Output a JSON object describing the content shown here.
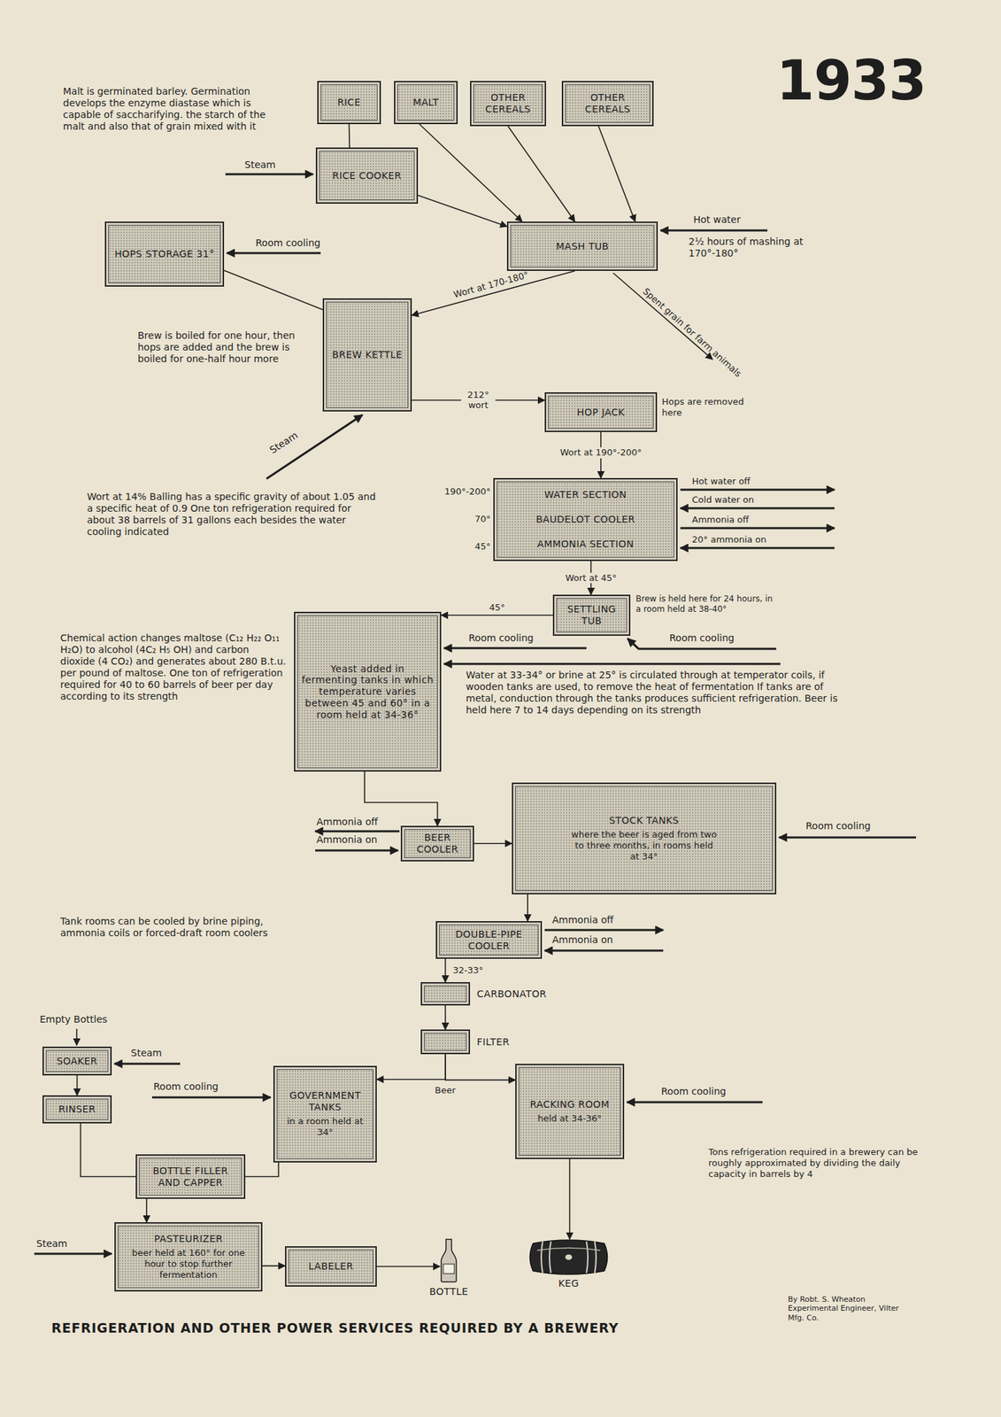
{
  "diagram": {
    "title": "REFRIGERATION AND OTHER POWER SERVICES REQUIRED BY A BREWERY",
    "nodes": [
      {
        "text": [
          "RICE"
        ]
      },
      {
        "text": [
          "MALT"
        ]
      },
      {
        "text": [
          "OTHER CEREALS"
        ]
      },
      {
        "text": [
          "OTHER CEREALS"
        ]
      },
      {
        "text": [
          "RICE COOKER"
        ]
      },
      {
        "text": [
          "HOPS STORAGE 31°"
        ]
      },
      {
        "text": [
          "MASH TUB"
        ]
      },
      {
        "text": [
          "BREW KETTLE"
        ]
      },
      {
        "text": [
          "HOP JACK"
        ]
      },
      {
        "text": [
          "WATER SECTION",
          "BAUDELOT COOLER",
          "AMMONIA SECTION"
        ]
      },
      {
        "text": [
          "SETTLING TUB"
        ]
      },
      {
        "text": [
          "Yeast added in fermenting tanks in which temperature varies between 45 and 60° in a room held at 34-36°"
        ]
      },
      {
        "text": [
          "BEER COOLER"
        ]
      },
      {
        "text": [
          "STOCK TANKS",
          "where the beer is aged from two to three months, in rooms held at 34°"
        ]
      },
      {
        "text": [
          "DOUBLE-PIPE COOLER"
        ]
      },
      {
        "text": [
          "CARBONATOR"
        ]
      },
      {
        "text": [
          "FILTER"
        ]
      },
      {
        "text": [
          "SOAKER"
        ]
      },
      {
        "text": [
          "RINSER"
        ]
      },
      {
        "text": [
          "GOVERNMENT TANKS",
          "in a room held at 34°"
        ]
      },
      {
        "text": [
          "RACKING ROOM",
          "held at 34-36°"
        ]
      },
      {
        "text": [
          "BOTTLE FILLER AND CAPPER"
        ]
      },
      {
        "text": [
          "PASTEURIZER",
          "beer held at 160° for one hour to stop further fermentation"
        ]
      },
      {
        "text": [
          "LABELER"
        ]
      },
      {
        "text": [
          "BOTTLE"
        ]
      },
      {
        "text": [
          "KEG"
        ]
      }
    ],
    "edges": [
      {
        "from": 0,
        "to": 4,
        "arrow": "none"
      },
      {
        "from": 4,
        "to": 6,
        "arrow": "to"
      },
      {
        "from": 1,
        "to": 6,
        "arrow": "to"
      },
      {
        "from": 2,
        "to": 6,
        "arrow": "to"
      },
      {
        "from": 3,
        "to": 6,
        "arrow": "to"
      },
      {
        "from": 5,
        "to": 7,
        "arrow": "none"
      },
      {
        "from": 6,
        "to": 7,
        "label": "Wort at 170-180°",
        "arrow": "to"
      },
      {
        "from": 7,
        "to": 8,
        "label": "212° wort",
        "arrow": "to"
      },
      {
        "from": 8,
        "to": 9,
        "label": "Wort at 190°-200°",
        "arrow": "to"
      },
      {
        "from": 9,
        "to": 10,
        "label": "Wort at 45°",
        "arrow": "to"
      },
      {
        "from": 10,
        "to": 11,
        "label": "45°",
        "arrow": "to"
      },
      {
        "from": 11,
        "to": 12,
        "arrow": "to"
      },
      {
        "from": 12,
        "to": 13,
        "arrow": "to"
      },
      {
        "from": 13,
        "to": 14,
        "arrow": "to"
      },
      {
        "from": 14,
        "to": 15,
        "label": "32-33°",
        "arrow": "to"
      },
      {
        "from": 15,
        "to": 16,
        "arrow": "to"
      },
      {
        "from": 16,
        "to": 19,
        "label": "Beer",
        "arrow": "to"
      },
      {
        "from": 16,
        "to": 20,
        "arrow": "to"
      },
      {
        "from": 17,
        "to": 18,
        "arrow": "to"
      },
      {
        "from": 18,
        "to": 21,
        "arrow": "none"
      },
      {
        "from": 19,
        "to": 21,
        "arrow": "none"
      },
      {
        "from": 21,
        "to": 22,
        "arrow": "to"
      },
      {
        "from": 22,
        "to": 23,
        "arrow": "to"
      },
      {
        "from": 23,
        "to": 24,
        "arrow": "to"
      },
      {
        "from": 20,
        "to": 25,
        "arrow": "to"
      }
    ],
    "labels": [
      "1933",
      "Malt is germinated barley. Germination develops the enzyme diastase which is capable of saccharifying. the starch of the malt and also that of grain mixed with it",
      "Steam",
      "Hot water",
      "2½ hours of mashing at 170°-180°",
      "Room cooling",
      "Spent grain for farm animals",
      "Brew is boiled for one hour, then hops are added and the brew is boiled for one-half hour more",
      "Steam",
      "Hops are removed here",
      "190°-200°",
      "70°",
      "45°",
      "Hot water off",
      "Cold water on",
      "Ammonia off",
      "20° ammonia on",
      "Wort at 14% Balling has a specific gravity of about 1.05 and a specific heat of 0.9 One ton refrigeration required for about 38 barrels of 31 gallons each besides the water cooling indicated",
      "Brew is held here for 24 hours, in a room held at 38-40°",
      "Room cooling",
      "Room cooling",
      "Water at 33-34° or brine at 25° is circulated through at temperator coils, if wooden tanks are used, to remove the heat of fermentation If tanks are of metal, conduction through the tanks produces sufficient refrigeration. Beer is held here 7 to 14 days depending on its strength",
      "Chemical action changes maltose (C₁₂ H₂₂ O₁₁ H₂O) to alcohol (4C₂ H₅ OH) and carbon dioxide (4 CO₂) and generates about 280 B.t.u. per pound of maltose. One ton of refrigeration required for 40 to 60 barrels of beer per day according to its strength",
      "Ammonia off",
      "Ammonia on",
      "Room cooling",
      "Tank rooms can be cooled by brine piping, ammonia coils or forced-draft room coolers",
      "Ammonia off",
      "Ammonia on",
      "Empty Bottles",
      "Steam",
      "Room cooling",
      "Room cooling",
      "Tons refrigeration required in a brewery can be roughly approximated by dividing the daily capacity in barrels by 4",
      "Steam",
      "By Robt. S. Wheaton Experimental Engineer, Vilter Mfg. Co."
    ]
  }
}
